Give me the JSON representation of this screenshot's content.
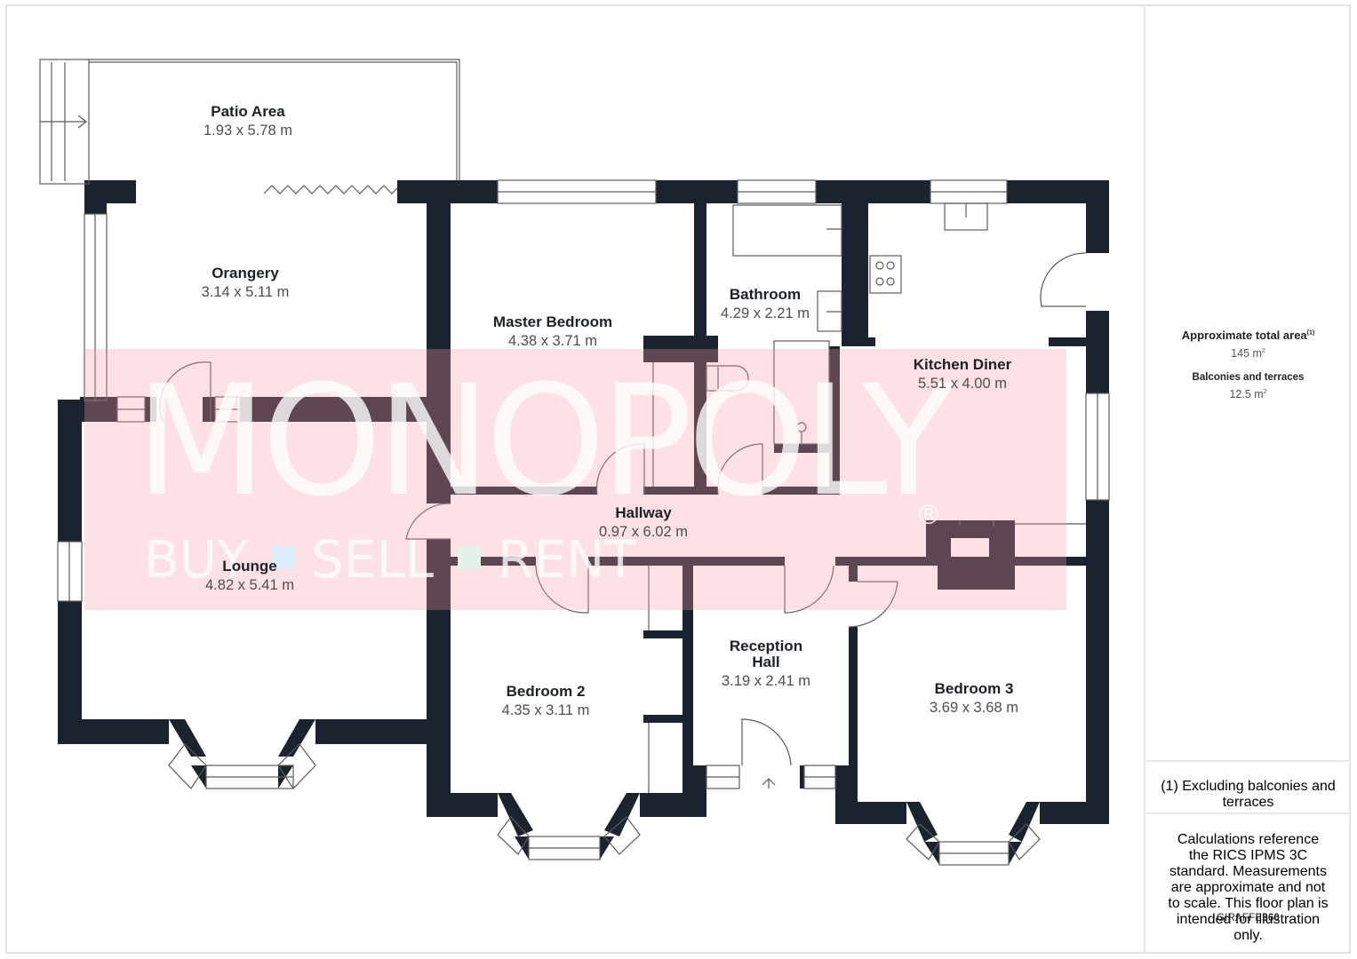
{
  "rooms": {
    "patio": {
      "name": "Patio Area",
      "dims": "1.93 x 5.78 m"
    },
    "orangery": {
      "name": "Orangery",
      "dims": "3.14 x 5.11 m"
    },
    "master_bedroom": {
      "name": "Master Bedroom",
      "dims": "4.38 x 3.71 m"
    },
    "bathroom": {
      "name": "Bathroom",
      "dims": "4.29 x 2.21 m"
    },
    "kitchen_diner": {
      "name": "Kitchen Diner",
      "dims": "5.51 x 4.00 m"
    },
    "hallway": {
      "name": "Hallway",
      "dims": "0.97 x 6.02 m"
    },
    "lounge": {
      "name": "Lounge",
      "dims": "4.82 x 5.41 m"
    },
    "bedroom2": {
      "name": "Bedroom 2",
      "dims": "4.35 x 3.11 m"
    },
    "reception_hall": {
      "name_line1": "Reception",
      "name_line2": "Hall",
      "dims": "3.19 x 2.41 m"
    },
    "bedroom3": {
      "name": "Bedroom 3",
      "dims": "3.69 x 3.68 m"
    }
  },
  "watermark": {
    "brand": "MONOPOLY",
    "registered": "®",
    "tagline_buy": "BUY",
    "tagline_sell": "SELL",
    "tagline_rent": "RENT",
    "band_color": "#fde0e2",
    "square_blue": "#d9eef8",
    "square_green": "#e3f2e6"
  },
  "summary": {
    "total_area_label": "Approximate total area",
    "total_area_footnote": "(1)",
    "total_area_value": "145 m",
    "balconies_label": "Balconies and terraces",
    "balconies_value": "12.5 m",
    "unit_exp": "2",
    "footnote": "(1) Excluding balconies and terraces",
    "disclaimer": "Calculations reference the RICS IPMS 3C standard. Measurements are approximate and not to scale. This floor plan is intended for illustration only.",
    "brand_light": "GIRAFFE",
    "brand_bold": "360"
  },
  "colors": {
    "wall": "#1c2330",
    "line": "#5a5a5a"
  }
}
